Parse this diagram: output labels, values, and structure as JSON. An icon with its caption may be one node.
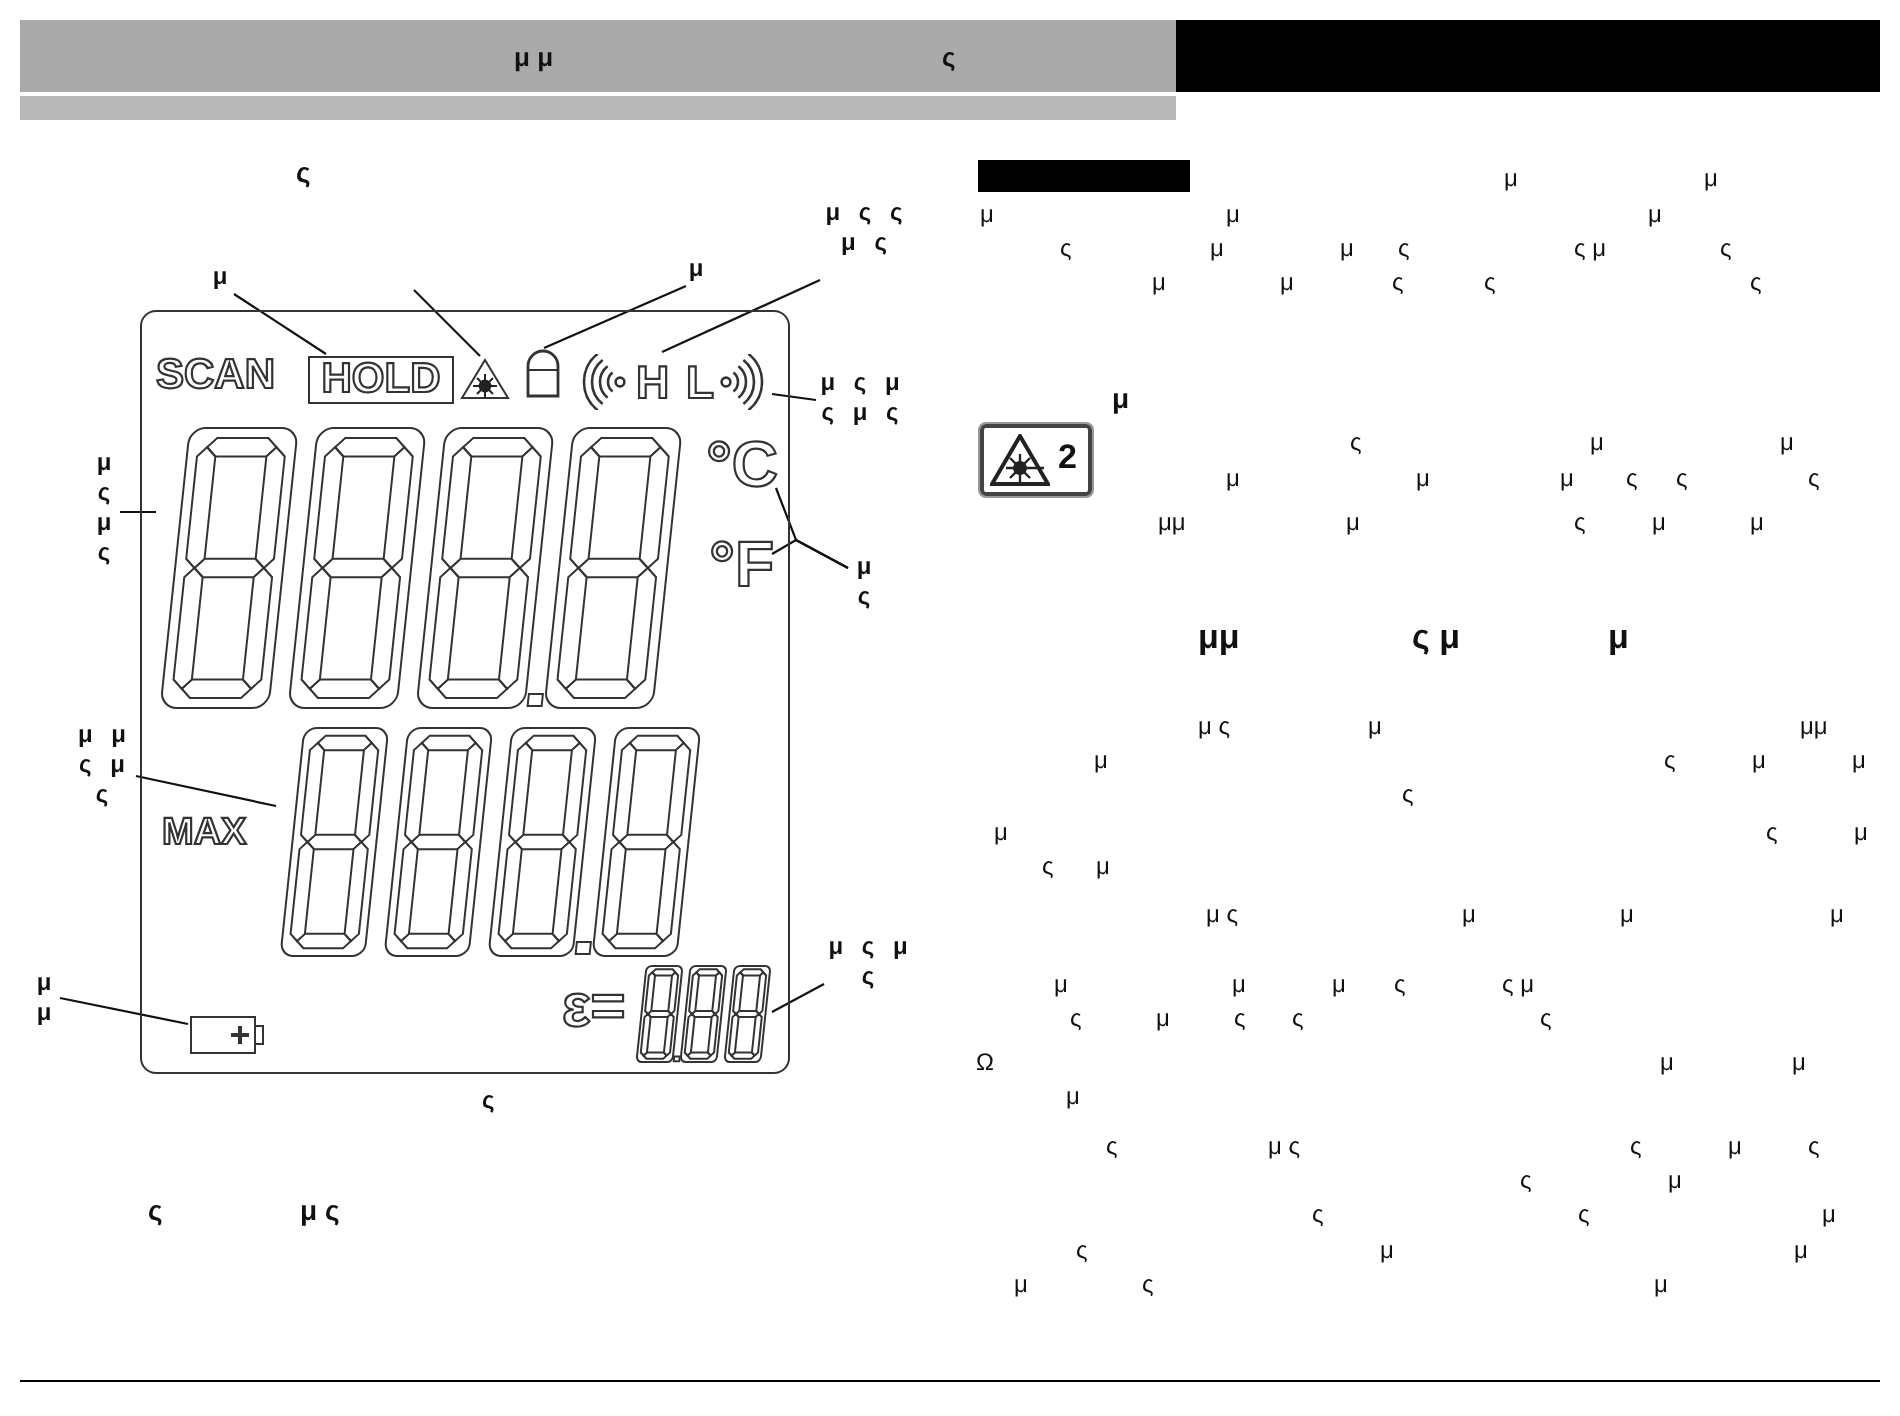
{
  "diagram": {
    "nodes": [
      {
        "text": [
          "μ"
        ]
      },
      {
        "text": [
          "μ"
        ]
      },
      {
        "text": [
          "μ ς ς μ ς"
        ]
      },
      {
        "text": [],
        "shape": "box"
      },
      {
        "text": [
          "HOLD"
        ],
        "in": 3
      },
      {
        "text": [],
        "shape": "picture",
        "in": 3
      },
      {
        "text": [],
        "shape": "picture",
        "in": 3
      },
      {
        "text": [
          "H"
        ],
        "in": 3
      },
      {
        "text": [
          "L"
        ],
        "in": 3
      },
      {
        "text": [
          "μ ς μ ς μ ς"
        ]
      },
      {
        "text": [
          "μ ς μ ς"
        ]
      },
      {
        "text": [],
        "shape": "picture",
        "in": 3
      },
      {
        "text": [
          "°C"
        ],
        "in": 3
      },
      {
        "text": [
          "°F"
        ],
        "in": 3
      },
      {
        "text": [
          "μ ς"
        ]
      },
      {
        "text": [
          "μ μ ς μ ς"
        ]
      },
      {
        "text": [],
        "shape": "picture",
        "in": 3
      },
      {
        "text": [
          "μ μ"
        ]
      },
      {
        "text": [],
        "shape": "picture",
        "in": 3
      },
      {
        "text": [
          "ε="
        ],
        "in": 3
      },
      {
        "text": [
          "μ ς μ ς"
        ]
      },
      {
        "text": [],
        "shape": "bar"
      }
    ],
    "edges": [
      {
        "from": 0,
        "to": 4,
        "arrow": "none"
      },
      {
        "from": null,
        "to": 5,
        "arrow": "none"
      },
      {
        "from": 1,
        "to": 6,
        "arrow": "none"
      },
      {
        "from": 2,
        "to": 7,
        "arrow": "none"
      },
      {
        "from": 9,
        "to": 8,
        "arrow": "none"
      },
      {
        "from": 10,
        "to": 11,
        "arrow": "none"
      },
      {
        "from": 14,
        "to": 12,
        "arrow": "none"
      },
      {
        "from": 14,
        "to": 13,
        "arrow": "none"
      },
      {
        "from": 15,
        "to": 16,
        "arrow": "none"
      },
      {
        "from": 17,
        "to": 18,
        "arrow": "none"
      },
      {
        "from": 20,
        "to": 19,
        "arrow": "none"
      }
    ],
    "labels": [
      "μ μ",
      "ς",
      "ς",
      "SCAN",
      "MAX",
      "ς",
      "ς",
      "μ ς",
      "2",
      "μ",
      "μ",
      "μ",
      "μ",
      "μ",
      "ς",
      "μ",
      "μ",
      "ς",
      "ς μ",
      "ς",
      "μ",
      "μ",
      "ς",
      "ς",
      "ς",
      "μ",
      "ς",
      "μ",
      "μ",
      "μ",
      "μ",
      "μ",
      "ς",
      "ς",
      "ς",
      "μμ",
      "μ",
      "ς",
      "μ",
      "μ",
      "μμ",
      "ς μ",
      "μ",
      "μ ς",
      "μ",
      "μμ",
      "μ",
      "ς",
      "μ",
      "μ",
      "ς",
      "μ",
      "ς",
      "μ",
      "ς",
      "μ",
      "μ ς",
      "μ",
      "μ",
      "μ",
      "μ",
      "μ",
      "μ",
      "ς",
      "ς μ",
      "ς",
      "μ",
      "ς",
      "ς",
      "ς",
      "Ω",
      "μ",
      "μ",
      "μ",
      "ς",
      "μ ς",
      "ς",
      "μ",
      "ς",
      "ς",
      "μ",
      "ς",
      "ς",
      "μ",
      "ς",
      "μ",
      "μ",
      "μ",
      "ς",
      "μ"
    ]
  }
}
